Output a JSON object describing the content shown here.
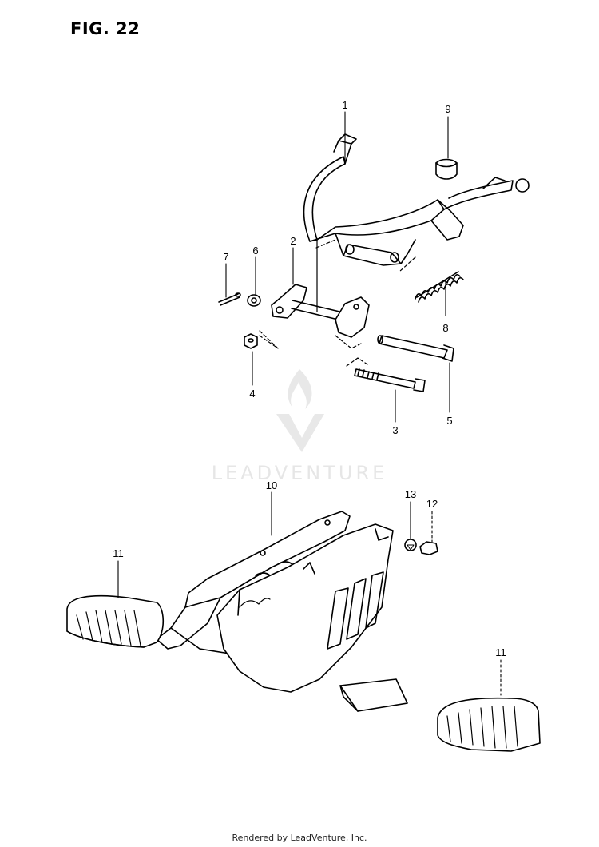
{
  "figure_title": "FIG. 22",
  "watermark_text": "LEADVENTURE",
  "footer_credit": "Rendered by LeadVenture, Inc.",
  "callouts": [
    {
      "id": "callout-1",
      "number": "1"
    },
    {
      "id": "callout-2",
      "number": "2"
    },
    {
      "id": "callout-3",
      "number": "3"
    },
    {
      "id": "callout-4",
      "number": "4"
    },
    {
      "id": "callout-5",
      "number": "5"
    },
    {
      "id": "callout-6",
      "number": "6"
    },
    {
      "id": "callout-7",
      "number": "7"
    },
    {
      "id": "callout-8",
      "number": "8"
    },
    {
      "id": "callout-9",
      "number": "9"
    },
    {
      "id": "callout-10",
      "number": "10"
    },
    {
      "id": "callout-11a",
      "number": "11"
    },
    {
      "id": "callout-11b",
      "number": "11"
    },
    {
      "id": "callout-12",
      "number": "12"
    },
    {
      "id": "callout-13",
      "number": "13"
    }
  ],
  "colors": {
    "line": "#000000",
    "watermark": "#e6e6e6",
    "background": "#ffffff"
  }
}
